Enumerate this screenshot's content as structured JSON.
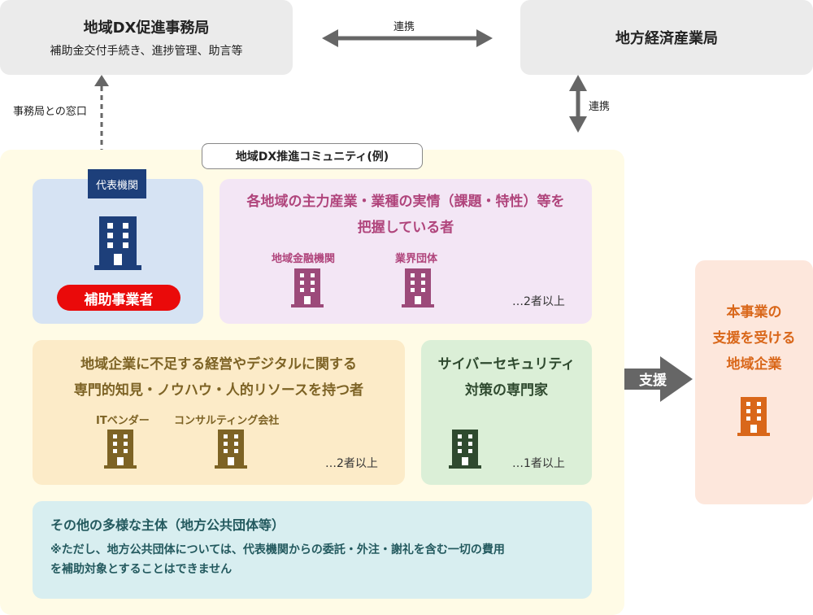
{
  "promotion_office": {
    "title": "地域DX促進事務局",
    "subtitle": "補助金交付手続き、進捗管理、助言等"
  },
  "regional_bureau": {
    "title": "地方経済産業局"
  },
  "links": {
    "horizontal_label": "連携",
    "vertical_label": "連携",
    "office_contact_label": "事務局との窓口"
  },
  "community": {
    "title": "地域DX推進コミュニティ(例)",
    "representative": {
      "tag": "代表機関",
      "label": "補助事業者",
      "label_color": "#ea0a0a",
      "icon": "building-icon",
      "icon_color": "#1d3f7a"
    },
    "industry_group": {
      "heading_line1": "各地域の主力産業・業種の実情（課題・特性）等を",
      "heading_line2": "把握している者",
      "members": [
        "地域金融機関",
        "業界団体"
      ],
      "count": "…2者以上",
      "icon": "building-icon",
      "icon_color": "#9c4a7a"
    },
    "expert_group": {
      "heading_line1": "地域企業に不足する経営やデジタルに関する",
      "heading_line2": "専門的知見・ノウハウ・人的リソースを持つ者",
      "members": [
        "ITベンダー",
        "コンサルティング会社"
      ],
      "count": "…2者以上",
      "icon": "building-icon",
      "icon_color": "#7d6325"
    },
    "cyber_group": {
      "heading_line1": "サイバーセキュリティ",
      "heading_line2": "対策の専門家",
      "count": "…1者以上",
      "icon": "building-icon",
      "icon_color": "#2f4a2f"
    },
    "other_entities": {
      "title": "その他の多様な主体（地方公共団体等）",
      "note_line1": "※ただし、地方公共団体については、代表機関からの委託・外注・謝礼を含む一切の費用",
      "note_line2": "を補助対象とすることはできません"
    }
  },
  "support": {
    "label": "支援"
  },
  "recipient": {
    "line1": "本事業の",
    "line2": "支援を受ける",
    "line3": "地域企業",
    "icon": "building-icon",
    "icon_color": "#d9671a"
  },
  "colors": {
    "gray_box": "#ebebeb",
    "community_bg": "#fffbe6",
    "rep_bg": "#d6e3f3",
    "industry_bg": "#f3e6f5",
    "expert_bg": "#fcebc8",
    "cyber_bg": "#dbefd7",
    "other_bg": "#d8eef0",
    "recipient_bg": "#fde7dc",
    "arrow": "#666666"
  }
}
